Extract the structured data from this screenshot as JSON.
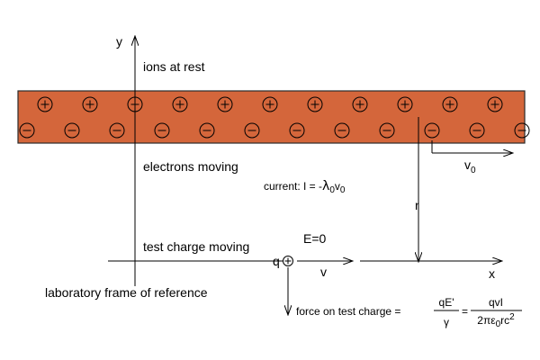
{
  "colors": {
    "wire": "#d4663b",
    "wire_edge": "#2b2b2b",
    "ink": "#000000"
  },
  "charges": {
    "ion_symbol": "+",
    "electron_symbol": "−",
    "ion_count": 11,
    "electron_count": 12
  },
  "axes": {
    "y_label": "y",
    "x_label": "x"
  },
  "labels": {
    "ions": "ions at rest",
    "electrons": "electrons moving",
    "test_charge_moving": "test charge moving",
    "lab_frame": "laboratory frame of reference",
    "field": "E=0",
    "q": "q",
    "v": "v",
    "r": "r"
  },
  "velocity_label": {
    "symbol": "v",
    "subscript": "0"
  },
  "current": {
    "prefix": "current: I = -",
    "lambda": "λ",
    "lambda_sub": "0",
    "v": "v",
    "v_sub": "0"
  },
  "force": {
    "prefix": "force on test charge =",
    "frac1_num": "qE'",
    "frac1_den": "γ",
    "equals": "=",
    "frac2_num": "qvI",
    "frac2_den_pre": "2πε",
    "frac2_den_sub": "0",
    "frac2_den_post": "rc",
    "frac2_den_sup": "2"
  }
}
